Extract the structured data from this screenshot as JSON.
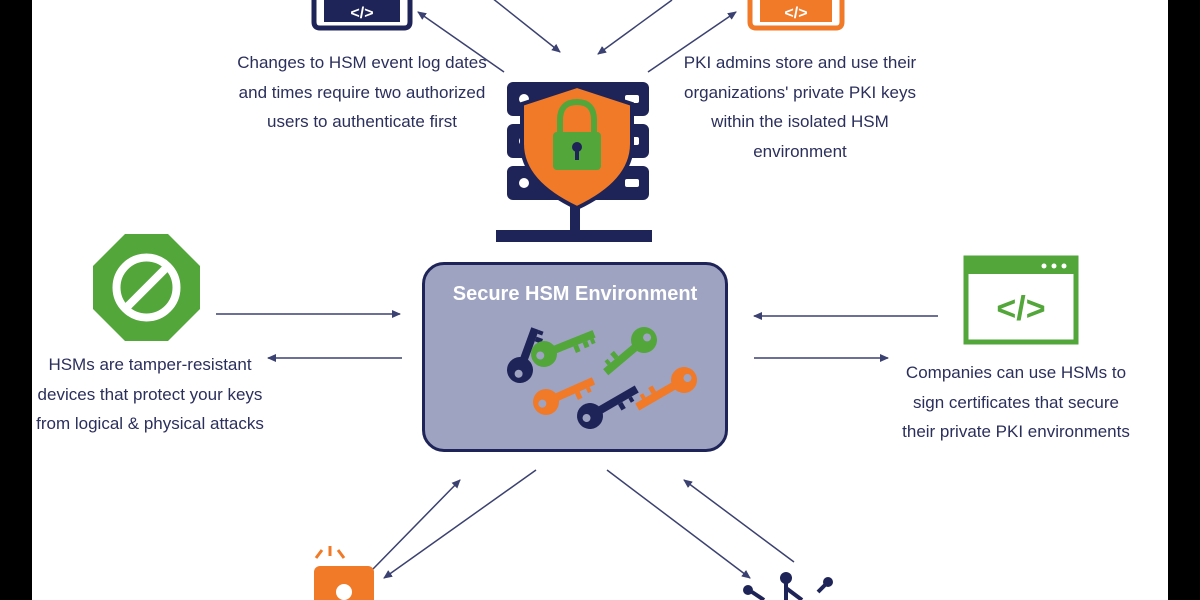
{
  "diagram": {
    "center": {
      "title": "Secure HSM Environment"
    },
    "captions": {
      "top_left": "Changes to HSM event log dates and times require two authorized users to authenticate first",
      "top_right": "PKI admins store and use their organizations' private PKI keys within the isolated HSM environment",
      "left": "HSMs are tamper-resistant devices that protect your keys from logical & physical attacks",
      "right": "Companies can use HSMs to sign certificates that secure their private PKI environments"
    },
    "code_icon_glyph": "</>",
    "colors": {
      "navy": "#1e2457",
      "orange": "#f07a28",
      "green": "#52a63a",
      "box_fill": "#9ea3c2",
      "text": "#2b2f5c",
      "arrow": "#3b4170"
    },
    "icons": [
      "laptop-code-icon",
      "server-shield-lock-icon",
      "prohibited-octagon-icon",
      "keys-icon",
      "browser-code-window-icon",
      "mobile-alert-icon",
      "network-nodes-icon"
    ]
  }
}
